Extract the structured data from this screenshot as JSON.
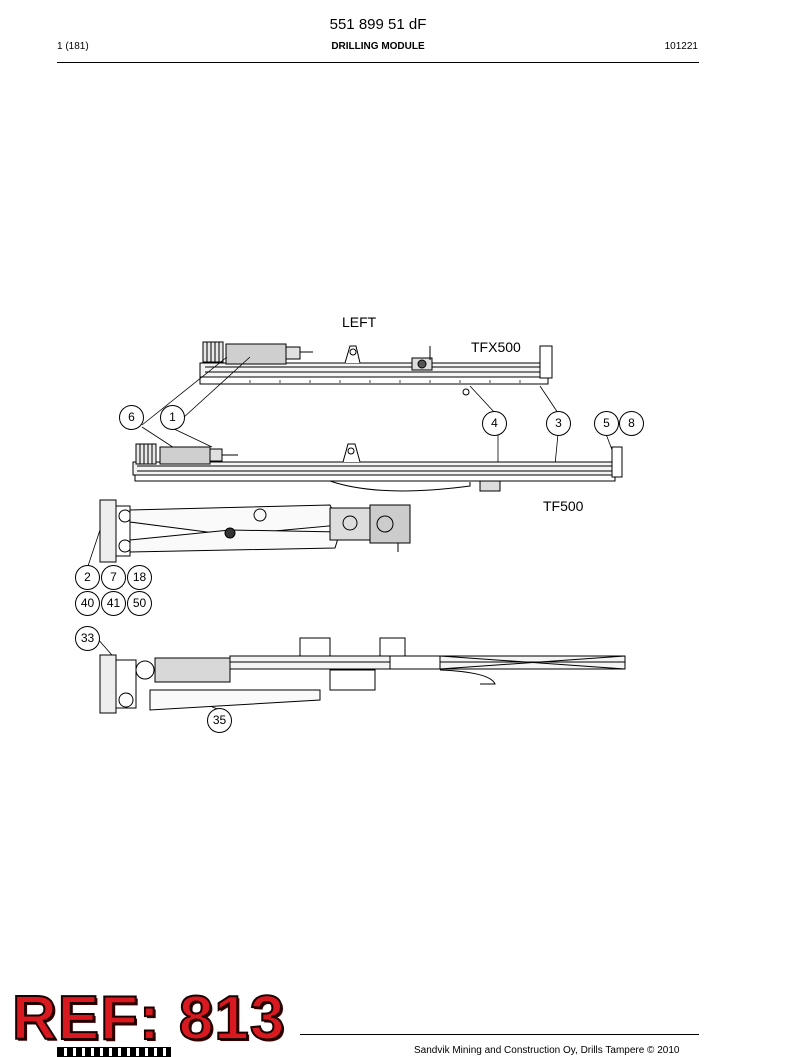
{
  "header": {
    "doc_number": "551 899 51 dF",
    "page": "1 (181)",
    "module": "DRILLING MODULE",
    "date": "101221"
  },
  "drawing": {
    "view_label": "LEFT",
    "models": [
      "TFX500",
      "TF500"
    ],
    "callouts": [
      "6",
      "1",
      "4",
      "3",
      "5",
      "8",
      "2",
      "7",
      "18",
      "40",
      "41",
      "50",
      "33",
      "35"
    ]
  },
  "ref_badge": "REF: 813",
  "footer": {
    "copyright": "Sandvik Mining and Construction Oy, Drills Tampere © 2010"
  }
}
